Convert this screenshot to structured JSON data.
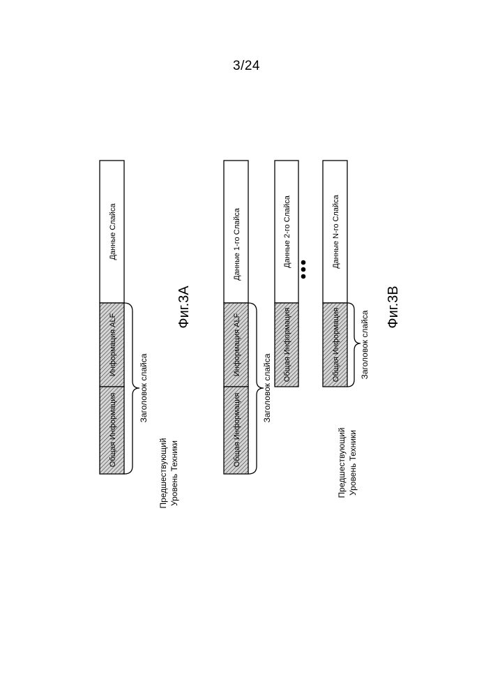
{
  "page_number": "3/24",
  "fig_a": {
    "caption": "Фиг.3A",
    "prior_art": [
      "Предшествующий",
      "Уровень Техники"
    ],
    "header_label": "Заголовок слайса",
    "bar": {
      "general_info": "Общая Информация",
      "alf_info": "Информация ALF",
      "slice_data": "Данные Слайса"
    }
  },
  "fig_b": {
    "caption": "Фиг.3B",
    "prior_art": [
      "Предшествующий",
      "Уровень Техники"
    ],
    "bar1": {
      "general_info": "Общая Информация",
      "alf_info": "Информация ALF",
      "slice_data": "Данные 1-го Слайса",
      "header_label": "Заголовок слайса"
    },
    "bar2": {
      "general_info": "Общая Информация",
      "slice_data": "Данные 2-го Слайса"
    },
    "barN": {
      "general_info": "Общая Информация",
      "slice_data": "Данные N-го Слайса",
      "header_label": "Заголовок слайса"
    }
  }
}
